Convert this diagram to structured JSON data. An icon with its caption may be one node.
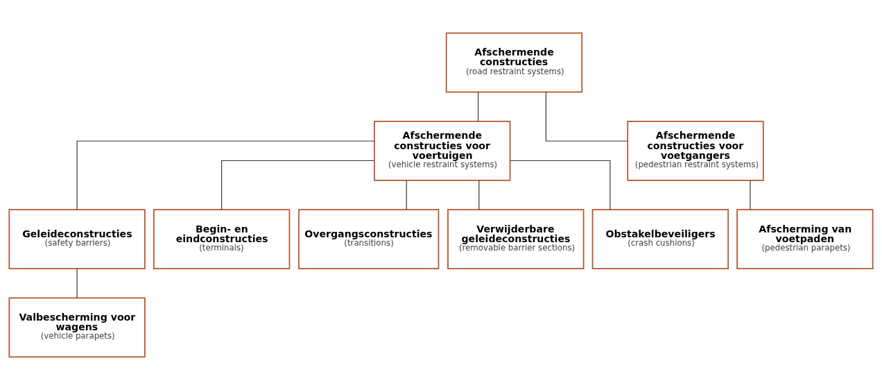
{
  "diagram": {
    "nodes": [
      {
        "text": [
          "Afschermende constructies",
          "(road restraint systems)"
        ]
      },
      {
        "text": [
          "Afschermende constructies voor voertuigen",
          "(vehicle restraint systems)"
        ]
      },
      {
        "text": [
          "Afschermende constructies voor voetgangers",
          "(pedestrian restraint systems)"
        ]
      },
      {
        "text": [
          "Geleideconstructies",
          "(safety barriers)"
        ]
      },
      {
        "text": [
          "Begin- en eindconstructies",
          "(terminals)"
        ]
      },
      {
        "text": [
          "Overgangsconstructies",
          "(transitions)"
        ]
      },
      {
        "text": [
          "Verwijderbare geleideconstructies",
          "(removable barrier sections)"
        ]
      },
      {
        "text": [
          "Obstakelbeveiligers",
          "(crash cushions)"
        ]
      },
      {
        "text": [
          "Afscherming van voetpaden",
          "(pedestrian parapets)"
        ]
      },
      {
        "text": [
          "Valbescherming voor wagens",
          "(vehicle parapets)"
        ]
      }
    ],
    "edges": [
      {
        "from": 0,
        "to": 1,
        "arrow": "none"
      },
      {
        "from": 0,
        "to": 2,
        "arrow": "none"
      },
      {
        "from": 1,
        "to": 3,
        "arrow": "none"
      },
      {
        "from": 1,
        "to": 4,
        "arrow": "none"
      },
      {
        "from": 1,
        "to": 5,
        "arrow": "none"
      },
      {
        "from": 1,
        "to": 6,
        "arrow": "none"
      },
      {
        "from": 1,
        "to": 7,
        "arrow": "none"
      },
      {
        "from": 2,
        "to": 8,
        "arrow": "none"
      },
      {
        "from": 3,
        "to": 9,
        "arrow": "none"
      }
    ]
  }
}
